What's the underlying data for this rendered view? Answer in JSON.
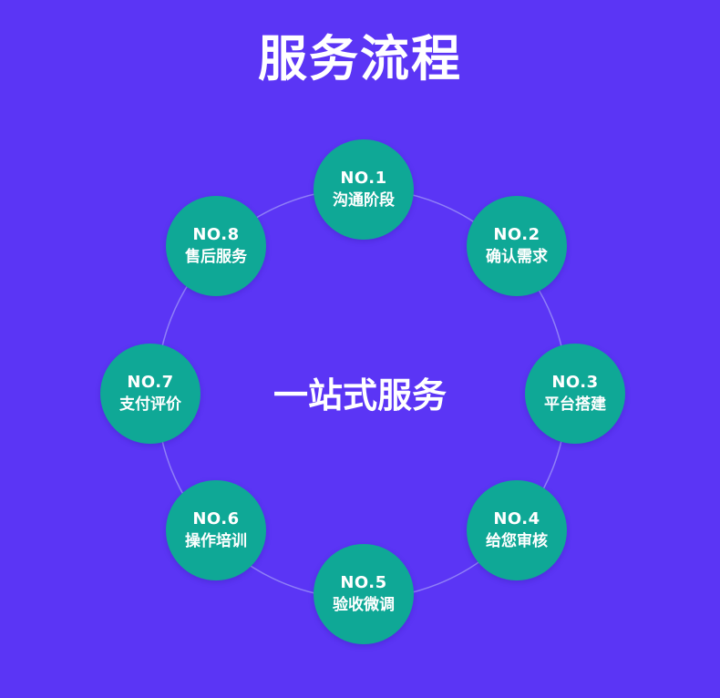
{
  "title": "服务流程",
  "center_text": "一站式服务",
  "colors": {
    "background": "#5b35f5",
    "node": "#0fa896",
    "ring": "#8f7ff7",
    "text": "#ffffff"
  },
  "steps": [
    {
      "no": "NO.1",
      "label": "沟通阶段"
    },
    {
      "no": "NO.2",
      "label": "确认需求"
    },
    {
      "no": "NO.3",
      "label": "平台搭建"
    },
    {
      "no": "NO.4",
      "label": "给您审核"
    },
    {
      "no": "NO.5",
      "label": "验收微调"
    },
    {
      "no": "NO.6",
      "label": "操作培训"
    },
    {
      "no": "NO.7",
      "label": "支付评价"
    },
    {
      "no": "NO.8",
      "label": "售后服务"
    }
  ]
}
